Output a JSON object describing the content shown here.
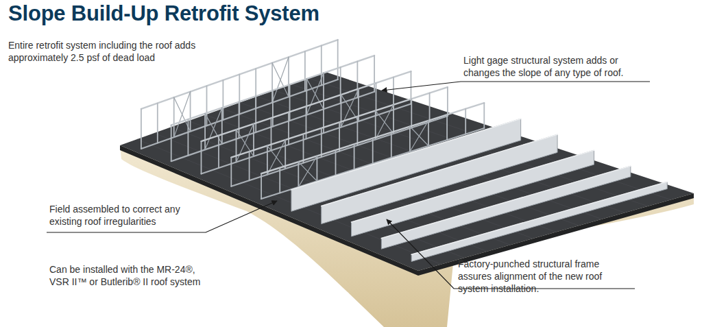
{
  "diagram": {
    "title": "Slope Build-Up Retrofit System",
    "labels": [
      "Entire retrofit system including the roof adds approximately 2.5 psf of dead load",
      "Light gage structural system adds or changes the slope of any type of roof.",
      "Field assembled to correct any existing roof irregularities",
      "Can be installed with the MR-24®, VSR II™ or Butlerib® II roof system",
      "Factory-punched structural frame assures alignment of the new roof system installation."
    ]
  }
}
